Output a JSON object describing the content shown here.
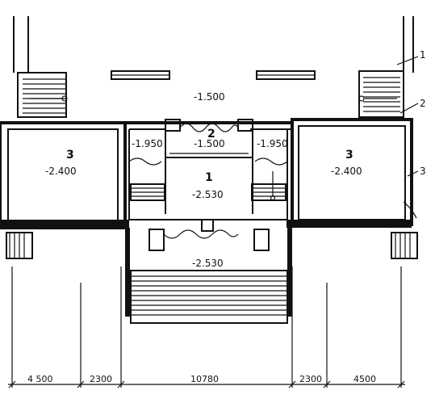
{
  "rooms": [
    {
      "number": "1",
      "level": "-2.530"
    },
    {
      "number": "2",
      "level": "-1.500"
    },
    {
      "number": "3",
      "level": "-2.400"
    },
    {
      "number": "3",
      "level": "-2.400"
    }
  ],
  "levels": {
    "top_center": "-1.500",
    "left_side": "-1.950",
    "right_side": "-1.950",
    "bottom_center": "-2.530"
  },
  "dimensions": [
    "4 500",
    "2300",
    "10780",
    "2300",
    "4500"
  ],
  "callouts": [
    "1",
    "2",
    "3"
  ]
}
